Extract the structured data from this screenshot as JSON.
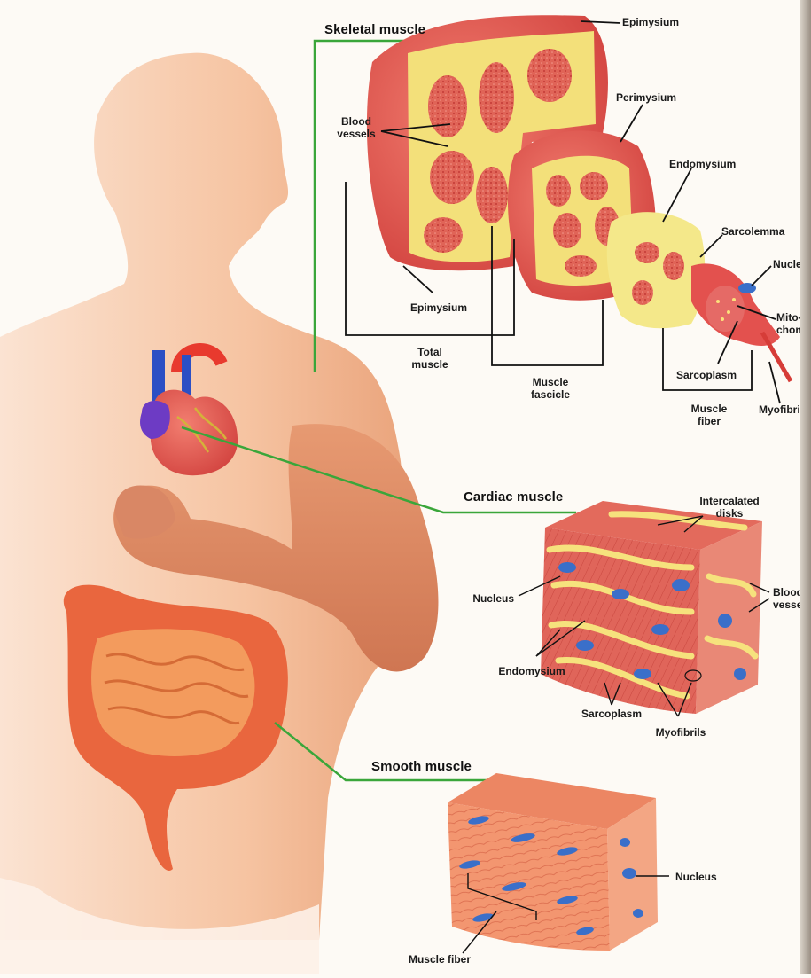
{
  "sections": {
    "skeletal": "Skeletal muscle",
    "cardiac": "Cardiac muscle",
    "smooth": "Smooth muscle"
  },
  "skeletal_labels": {
    "epimysium_top": "Epimysium",
    "perimysium": "Perimysium",
    "endomysium": "Endomysium",
    "sarcolemma": "Sarcolemma",
    "nucleus": "Nucleus",
    "mitochondria": "Mito-\nchondria",
    "blood_vessels": "Blood\nvessels",
    "epimysium_bottom": "Epimysium",
    "total_muscle": "Total\nmuscle",
    "muscle_fascicle": "Muscle\nfascicle",
    "sarcoplasm": "Sarcoplasm",
    "muscle_fiber": "Muscle\nfiber",
    "myofibril": "Myofibril"
  },
  "cardiac_labels": {
    "intercalated_disks": "Intercalated\ndisks",
    "nucleus": "Nucleus",
    "blood_vessels": "Blood\nvessels",
    "endomysium": "Endomysium",
    "sarcoplasm": "Sarcoplasm",
    "myofibrils": "Myofibrils"
  },
  "smooth_labels": {
    "nucleus": "Nucleus",
    "muscle_fiber": "Muscle fiber"
  },
  "colors": {
    "body_skin": "#f6c7a6",
    "muscle_red": "#e0544f",
    "connective_yellow": "#f7e27a",
    "nucleus_blue": "#3a6fc9",
    "leader_green": "#3aa63a",
    "smooth_orange": "#f08a63"
  }
}
